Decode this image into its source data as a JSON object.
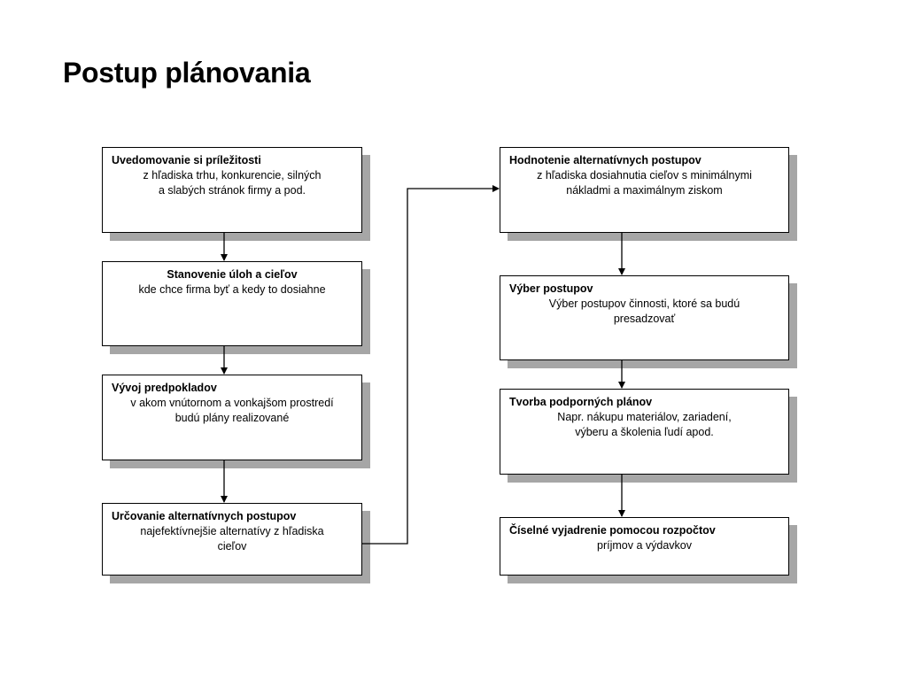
{
  "title": "Postup plánovania",
  "colors": {
    "border": "#000000",
    "shadow": "#a6a6a6",
    "background": "#ffffff"
  },
  "steps": [
    {
      "title": "Uvedomovanie si príležitosti",
      "desc": "z hľadiska trhu, konkurencie, silných\na slabých stránok firmy a pod."
    },
    {
      "title": "Stanovenie úloh a cieľov",
      "desc": "kde chce firma byť a kedy to dosiahne"
    },
    {
      "title": "Vývoj predpokladov",
      "desc": "v akom vnútornom a vonkajšom prostredí\nbudú plány realizované"
    },
    {
      "title": "Určovanie alternatívnych postupov",
      "desc": "najefektívnejšie alternatívy z hľadiska\ncieľov"
    },
    {
      "title": "Hodnotenie alternatívnych postupov",
      "desc": "z hľadiska dosiahnutia cieľov s minimálnymi\nnákladmi a maximálnym ziskom"
    },
    {
      "title": "Výber postupov",
      "desc": "Výber postupov činnosti, ktoré sa budú\npresadzovať"
    },
    {
      "title": "Tvorba podporných plánov",
      "desc": "Napr. nákupu materiálov, zariadení,\nvýberu a školenia ľudí apod."
    },
    {
      "title": "Číselné vyjadrenie pomocou rozpočtov",
      "desc": "príjmov a výdavkov"
    }
  ]
}
